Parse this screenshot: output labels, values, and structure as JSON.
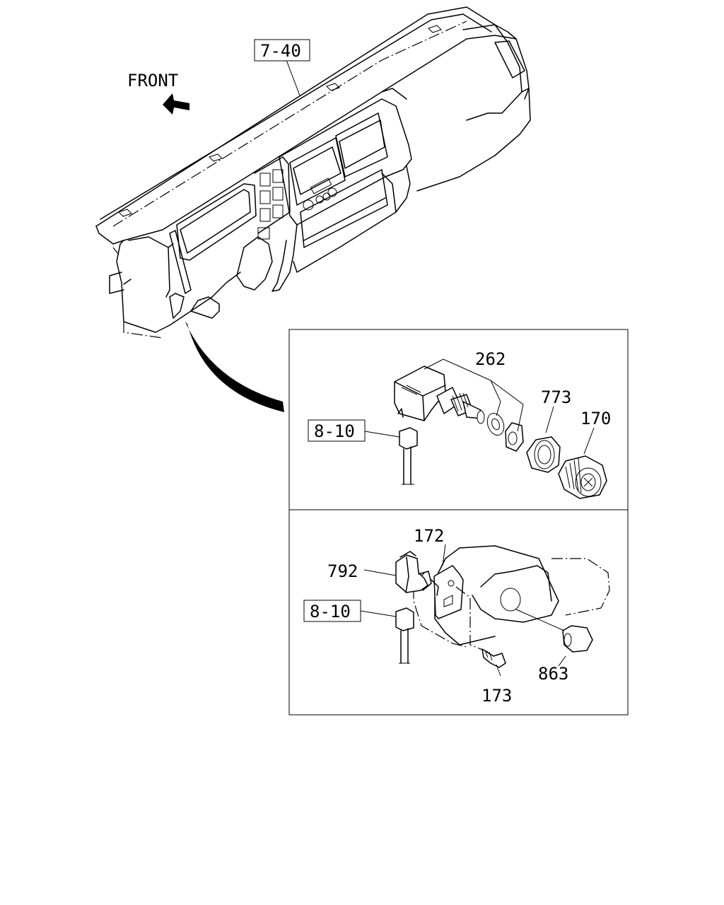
{
  "diagram": {
    "front_label": "FRONT",
    "callouts": {
      "ref_dashboard": "7-40",
      "ref_harness_top": "8-10",
      "ref_harness_bottom": "8-10",
      "part_switch": "262",
      "part_nut": "773",
      "part_knob": "170",
      "part_bracket": "172",
      "part_relay": "792",
      "part_bolt": "173",
      "part_cap": "863"
    }
  }
}
